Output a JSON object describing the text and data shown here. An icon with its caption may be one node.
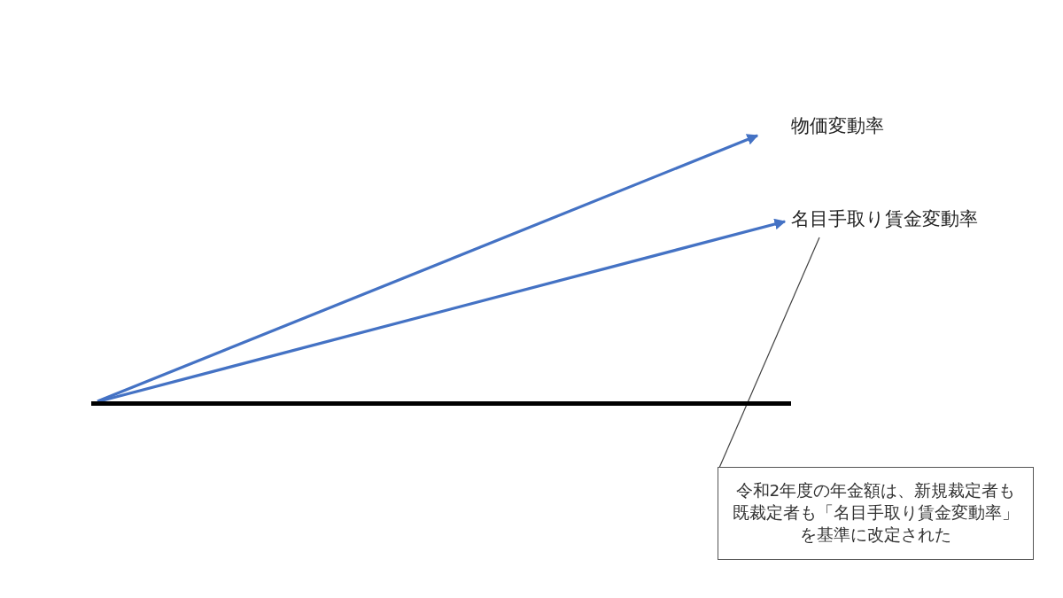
{
  "diagram": {
    "nodes": [
      {
        "text": [],
        "shape": "bar"
      },
      {
        "text": [
          "物価変動率"
        ]
      },
      {
        "text": [
          "名目手取り賃金変動率"
        ]
      },
      {
        "text": [
          "令和2年度の年金額は、新規裁定者も既裁定者も「名目手取り賃金変動率」を基準に改定された"
        ]
      }
    ],
    "edges": [
      {
        "from": 0,
        "to": 1,
        "arrow": "to"
      },
      {
        "from": 0,
        "to": 2,
        "arrow": "to"
      },
      {
        "from": 3,
        "to": 2,
        "arrow": "none",
        "color": "#404040"
      }
    ]
  }
}
